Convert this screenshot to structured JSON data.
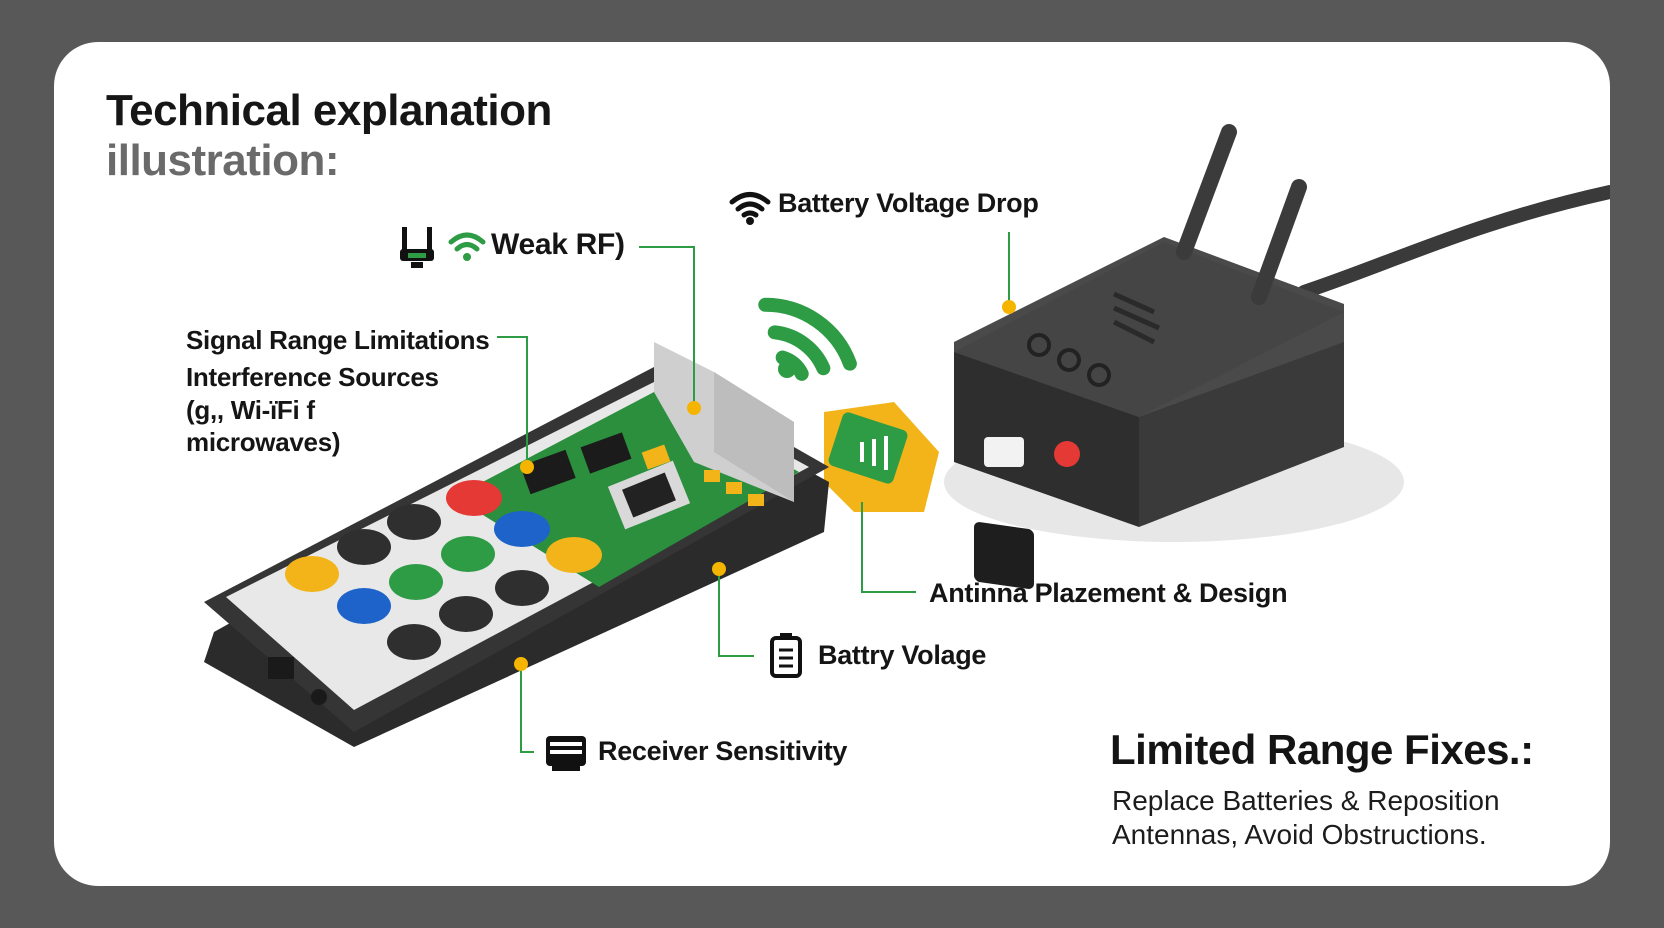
{
  "header": {
    "title_line1": "Technical explanation",
    "title_line2": "illustration:"
  },
  "labels": {
    "weak_rf": "Weak RF)",
    "battery_voltage_drop": "Battery Voltage Drop",
    "signal_range": "Signal Range Limitations",
    "interference_line1": "Interference Sources",
    "interference_line2": "(ɡ,, Wi-ïFi f",
    "interference_line3": "microwaves)",
    "antenna_placement": "Antinna Plazement & Design",
    "battery_voltage": "Battry Volage",
    "receiver_sensitivity": "Receiver Sensitivity"
  },
  "fixes": {
    "title": "Limited Range Fixes.:",
    "body": "Replace Batteries & Reposition Antennas, Avoid Obstructions."
  },
  "colors": {
    "accent_green": "#2e9b45",
    "leader_yellow": "#f5b400",
    "device_dark": "#2f2f2f",
    "frame": "#585858"
  },
  "icons": [
    "router-icon",
    "wifi-icon",
    "battery-icon",
    "receiver-icon"
  ]
}
